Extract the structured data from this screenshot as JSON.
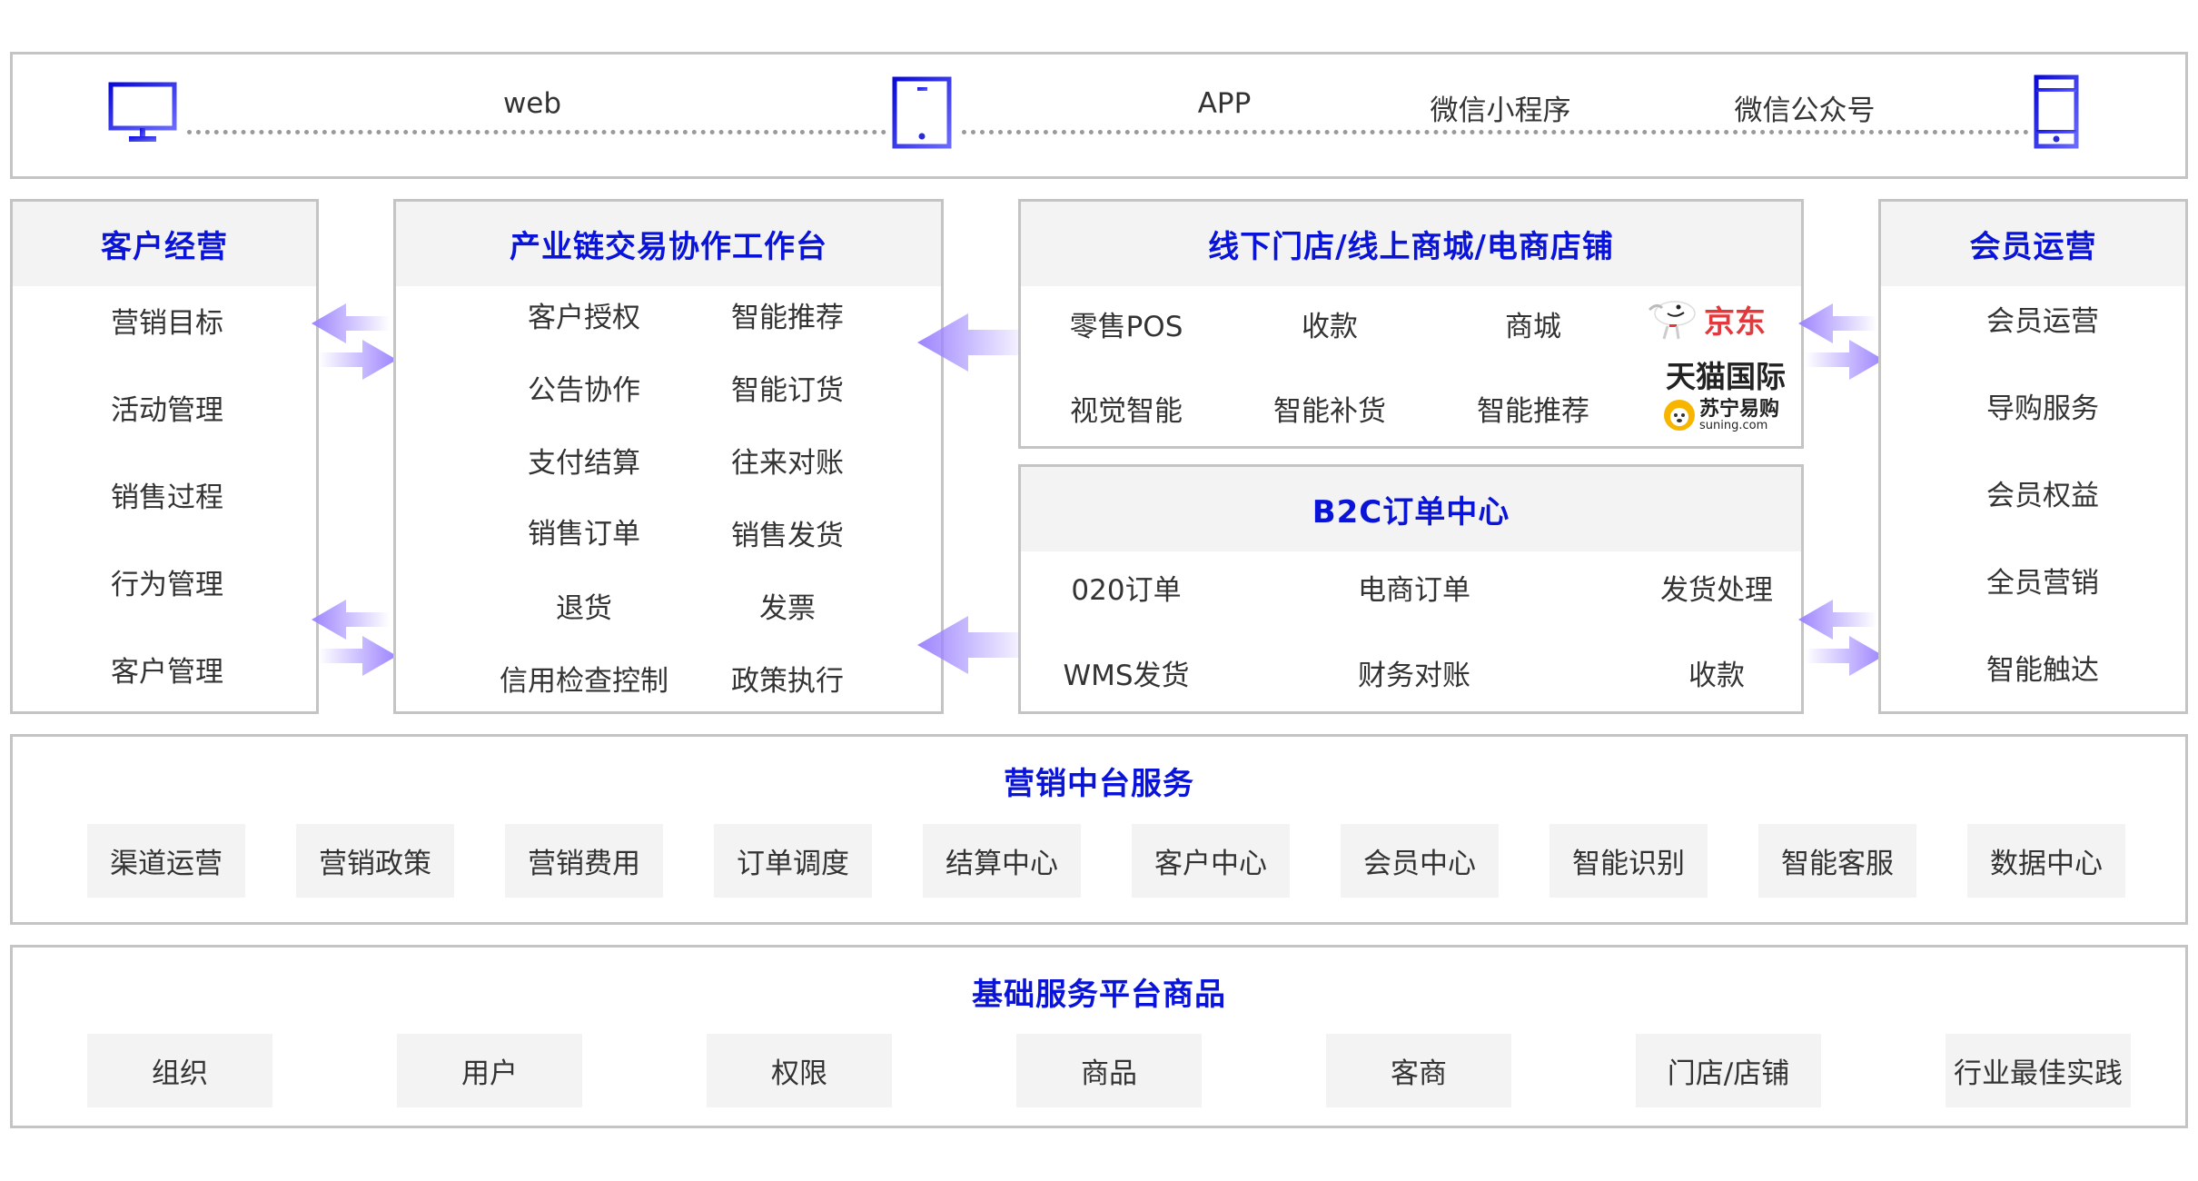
{
  "channels": {
    "items": [
      {
        "label": "web",
        "icon": "monitor-icon"
      },
      {
        "label": "APP",
        "icon": "tablet-icon"
      },
      {
        "label": "微信小程序"
      },
      {
        "label": "微信公众号",
        "icon": "phone-icon"
      }
    ]
  },
  "customer_ops": {
    "title": "客户经营",
    "items": [
      "营销目标",
      "活动管理",
      "销售过程",
      "行为管理",
      "客户管理"
    ]
  },
  "supply_chain": {
    "title": "产业链交易协作工作台",
    "rows": [
      [
        "客户授权",
        "智能推荐"
      ],
      [
        "公告协作",
        "智能订货"
      ],
      [
        "支付结算",
        "往来对账"
      ],
      [
        "销售订单",
        "销售发货"
      ],
      [
        "退货",
        "发票"
      ],
      [
        "信用检查控制",
        "政策执行"
      ]
    ]
  },
  "stores": {
    "title": "线下门店/线上商城/电商店铺",
    "rows": [
      [
        "零售POS",
        "收款",
        "商城"
      ],
      [
        "视觉智能",
        "智能补货",
        "智能推荐"
      ]
    ],
    "logos": {
      "jd": "京东",
      "tmall": "天猫国际",
      "suning": "苏宁易购",
      "suning_sub": "suning.com"
    }
  },
  "b2c": {
    "title": "B2C订单中心",
    "rows": [
      [
        "020订单",
        "电商订单",
        "发货处理"
      ],
      [
        "WMS发货",
        "财务对账",
        "收款"
      ]
    ]
  },
  "member_ops": {
    "title": "会员运营",
    "items": [
      "会员运营",
      "导购服务",
      "会员权益",
      "全员营销",
      "智能触达"
    ]
  },
  "marketing": {
    "title": "营销中台服务",
    "items": [
      "渠道运营",
      "营销政策",
      "营销费用",
      "订单调度",
      "结算中心",
      "客户中心",
      "会员中心",
      "智能识别",
      "智能客服",
      "数据中心"
    ]
  },
  "base": {
    "title": "基础服务平台商品",
    "items": [
      "组织",
      "用户",
      "权限",
      "商品",
      "客商",
      "门店/店铺",
      "行业最佳实践"
    ]
  },
  "colors": {
    "accent": "#0a14d8",
    "arrow": "#a48cff",
    "border": "#c4c4c4",
    "tile_bg": "#f3f3f3",
    "jd_red": "#e4393c",
    "suning_yellow": "#f7b500"
  }
}
